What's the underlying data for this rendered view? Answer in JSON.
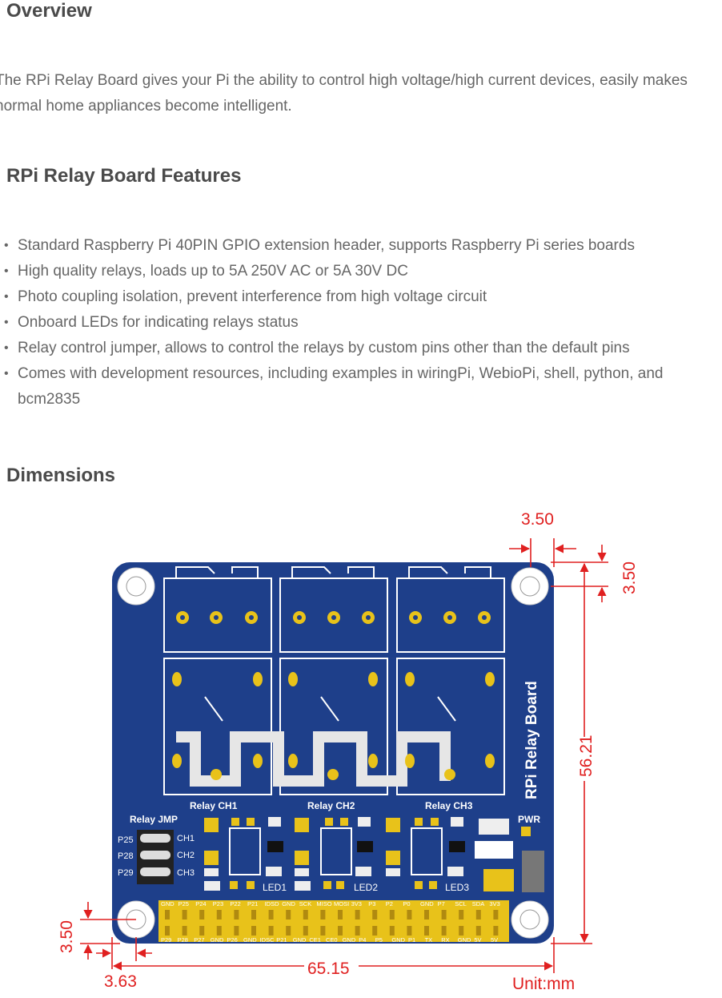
{
  "overview": {
    "heading": "Overview",
    "line1": "The RPi Relay Board gives your Pi the ability to control high voltage/high current devices, easily makes",
    "line2": "normal home appliances become intelligent."
  },
  "features": {
    "heading": "RPi Relay Board Features",
    "items": [
      "Standard Raspberry Pi 40PIN GPIO extension header, supports Raspberry Pi series boards",
      "High quality relays, loads up to 5A 250V AC or 5A 30V DC",
      "Photo coupling isolation, prevent interference from high voltage circuit",
      "Onboard LEDs for indicating relays status",
      "Relay control jumper, allows to control the relays by custom pins other than the default pins",
      "Comes with development resources, including examples in wiringPi, WebioPi, shell, python, and bcm2835"
    ]
  },
  "dimensions": {
    "heading": "Dimensions",
    "dim_top_offset": "3.50",
    "dim_right_offset": "3.50",
    "dim_height": "56.21",
    "dim_width": "65.15",
    "dim_left_offset": "3.50",
    "dim_bottom_offset": "3.63",
    "unit": "Unit:mm"
  },
  "board": {
    "title": "RPi Relay Board",
    "ch1": "Relay CH1",
    "ch2": "Relay CH2",
    "ch3": "Relay CH3",
    "jmp": "Relay JMP",
    "jmp_left": [
      "P25",
      "P28",
      "P29"
    ],
    "jmp_right": [
      "CH1",
      "CH2",
      "CH3"
    ],
    "led1": "LED1",
    "led2": "LED2",
    "led3": "LED3",
    "pwr": "PWR",
    "pins_top": [
      "GND",
      "P25",
      "P24",
      "P23",
      "P22",
      "P21",
      "IDSD",
      "GND",
      "SCK",
      "MISO",
      "MOSI",
      "3V3",
      "P3",
      "P2",
      "P0",
      "GND",
      "P7",
      "SCL",
      "SDA",
      "3V3"
    ],
    "pins_bottom": [
      "P29",
      "P28",
      "P27",
      "GND",
      "P26",
      "GND",
      "IDSC",
      "P21",
      "GND",
      "CE1",
      "CE0",
      "GND",
      "P4",
      "P5",
      "GND",
      "P1",
      "TX",
      "RX",
      "GND",
      "5V",
      "5V"
    ]
  },
  "colors": {
    "pcb": "#1e3f8a",
    "pad": "#e8c21a",
    "dim_line": "#e02020",
    "text": "#666666",
    "heading": "#4a4a4a"
  }
}
